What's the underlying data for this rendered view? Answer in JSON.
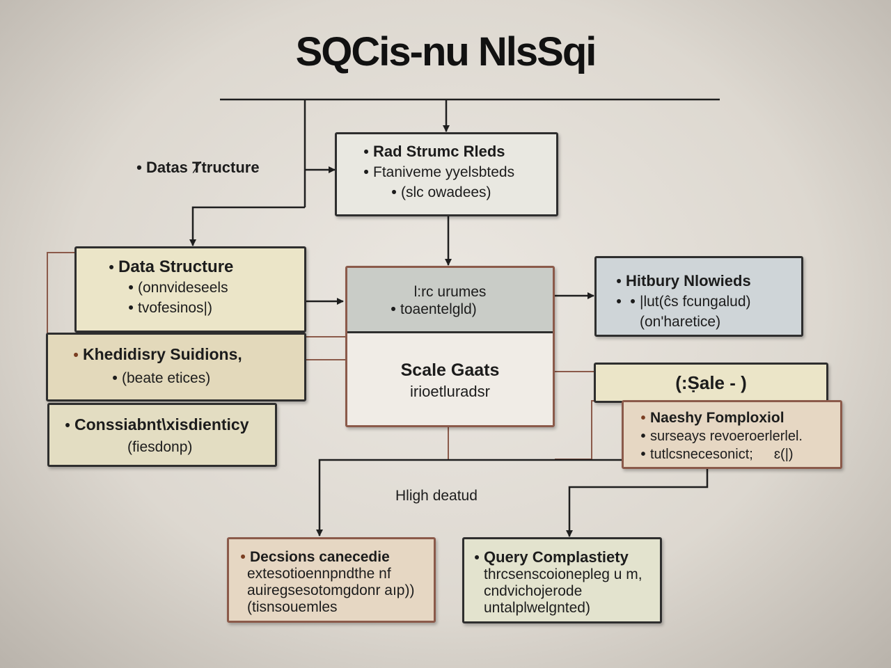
{
  "title": "SQCis-nu NlsSqi",
  "floating": {
    "left_label": "Datas Ⱦtructure",
    "center_label": "Hligh deatud"
  },
  "box_top": {
    "line1": "Rad Strumc Rleds",
    "line2": "Ftaniveme yyelsbteds",
    "line3": "(slc owadees)"
  },
  "box_data_structure": {
    "heading": "Data Structure",
    "line2": "(onnvideseels",
    "line3": "tvofesinos|)"
  },
  "box_khedd": {
    "heading": "Khedidisry Suidions,",
    "line2": "(beate etices)"
  },
  "box_consis": {
    "heading": "Conssiabnt\\xisdienticy",
    "line2": "(fiesdonp)"
  },
  "box_center": {
    "head1": "l:rc urumes",
    "head2": "toaentelgld)",
    "body1": "Scale Gaats",
    "body2": "irioetluradsr"
  },
  "box_hitbury": {
    "heading": "Hitbury Nlowieds",
    "line2": "|lut(ĉs fcungalud)",
    "line3": "(on'haretice)"
  },
  "box_scale": {
    "label": "(:Ṣale   -   )"
  },
  "box_naeshy": {
    "heading": "Naeshy Fomploxiol",
    "line2": "surseays revoeroerlerlel.",
    "line3": "tutlcsnecesonict;",
    "line3b": "ɛ(|)"
  },
  "box_decisions": {
    "heading": "Decsions canecedie",
    "line2": "extesotioennpndthe nf",
    "line3": "auiregsesotomgdonr aıp))",
    "line4": "(tisnsouemles"
  },
  "box_query": {
    "heading": "Query Complastiety",
    "line2": "thrcsenscoionepleg u m,",
    "line3": "cndvichojerode",
    "line4": "untalplwelgnted)"
  },
  "colors": {
    "cream": "#ebe5c8",
    "blue_grey": "#c9ccc7",
    "light_blue": "#cfd5d8",
    "peach": "#e6d7c3",
    "sage": "#e3e3ce",
    "bullet_brown": "#7a3e22",
    "wire_brown": "#8b5a4a"
  }
}
